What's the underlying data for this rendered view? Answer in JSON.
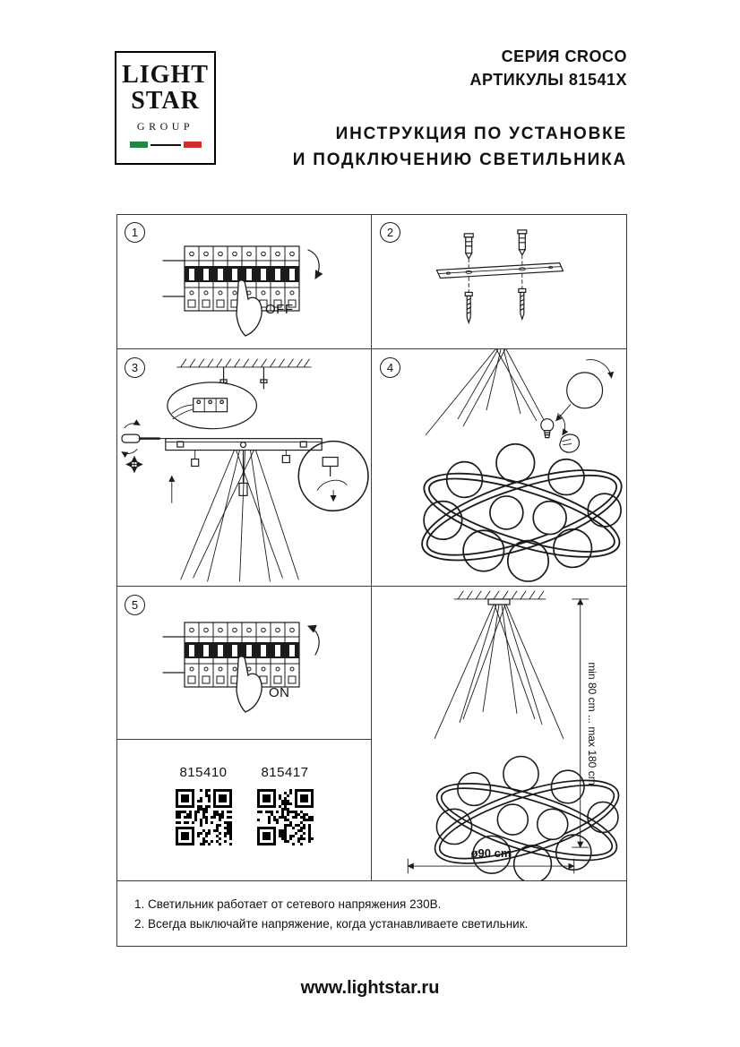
{
  "logo": {
    "light": "LIGHT",
    "star": "STAR",
    "group": "GROUP"
  },
  "header": {
    "series": "СЕРИЯ CROCO",
    "articles": "АРТИКУЛЫ 81541X",
    "title_line1": "ИНСТРУКЦИЯ ПО УСТАНОВКЕ",
    "title_line2": "И ПОДКЛЮЧЕНИЮ СВЕТИЛЬНИКА"
  },
  "steps": [
    {
      "number": "1",
      "label": "OFF"
    },
    {
      "number": "2",
      "label": ""
    },
    {
      "number": "3",
      "label": ""
    },
    {
      "number": "4",
      "label": ""
    },
    {
      "number": "5",
      "label": "ON"
    }
  ],
  "qr": {
    "left_code": "815410",
    "right_code": "815417"
  },
  "dimensions": {
    "height_range": "min 80 cm ... max 180 cm",
    "diameter": "ø90 cm"
  },
  "notes": [
    "1. Светильник работает от сетевого напряжения 230В.",
    "2. Всегда выключайте напряжение, когда устанавливаете светильник."
  ],
  "footer": {
    "website": "www.lightstar.ru"
  }
}
